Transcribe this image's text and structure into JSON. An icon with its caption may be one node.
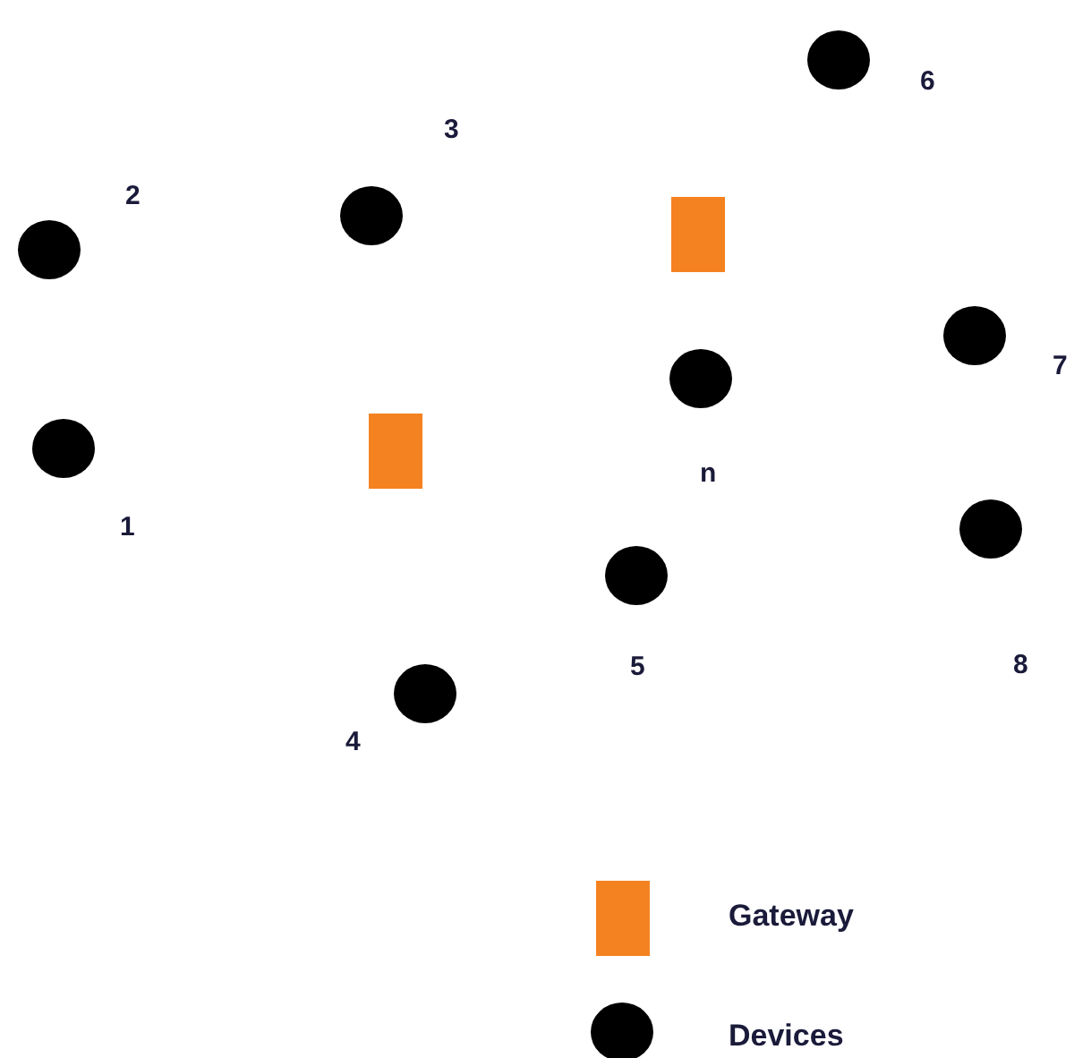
{
  "diagram": {
    "nodes": [
      {
        "text": [],
        "shape": "circle",
        "beside": [
          "6"
        ]
      },
      {
        "text": [],
        "shape": "circle",
        "beside": [
          "3"
        ]
      },
      {
        "text": [],
        "shape": "box"
      },
      {
        "text": [],
        "shape": "circle",
        "beside": [
          "2"
        ]
      },
      {
        "text": [],
        "shape": "circle",
        "beside": [
          "7"
        ]
      },
      {
        "text": [],
        "shape": "circle",
        "beside": [
          "n"
        ]
      },
      {
        "text": [],
        "shape": "circle",
        "beside": [
          "1"
        ]
      },
      {
        "text": [],
        "shape": "box"
      },
      {
        "text": [],
        "shape": "circle",
        "beside": [
          "8"
        ]
      },
      {
        "text": [],
        "shape": "circle",
        "beside": [
          "5"
        ]
      },
      {
        "text": [],
        "shape": "circle",
        "beside": [
          "4"
        ]
      }
    ],
    "edges": [],
    "legend": [
      {
        "text": "Gateway",
        "color": "#f58220"
      },
      {
        "text": "Devices"
      }
    ]
  }
}
